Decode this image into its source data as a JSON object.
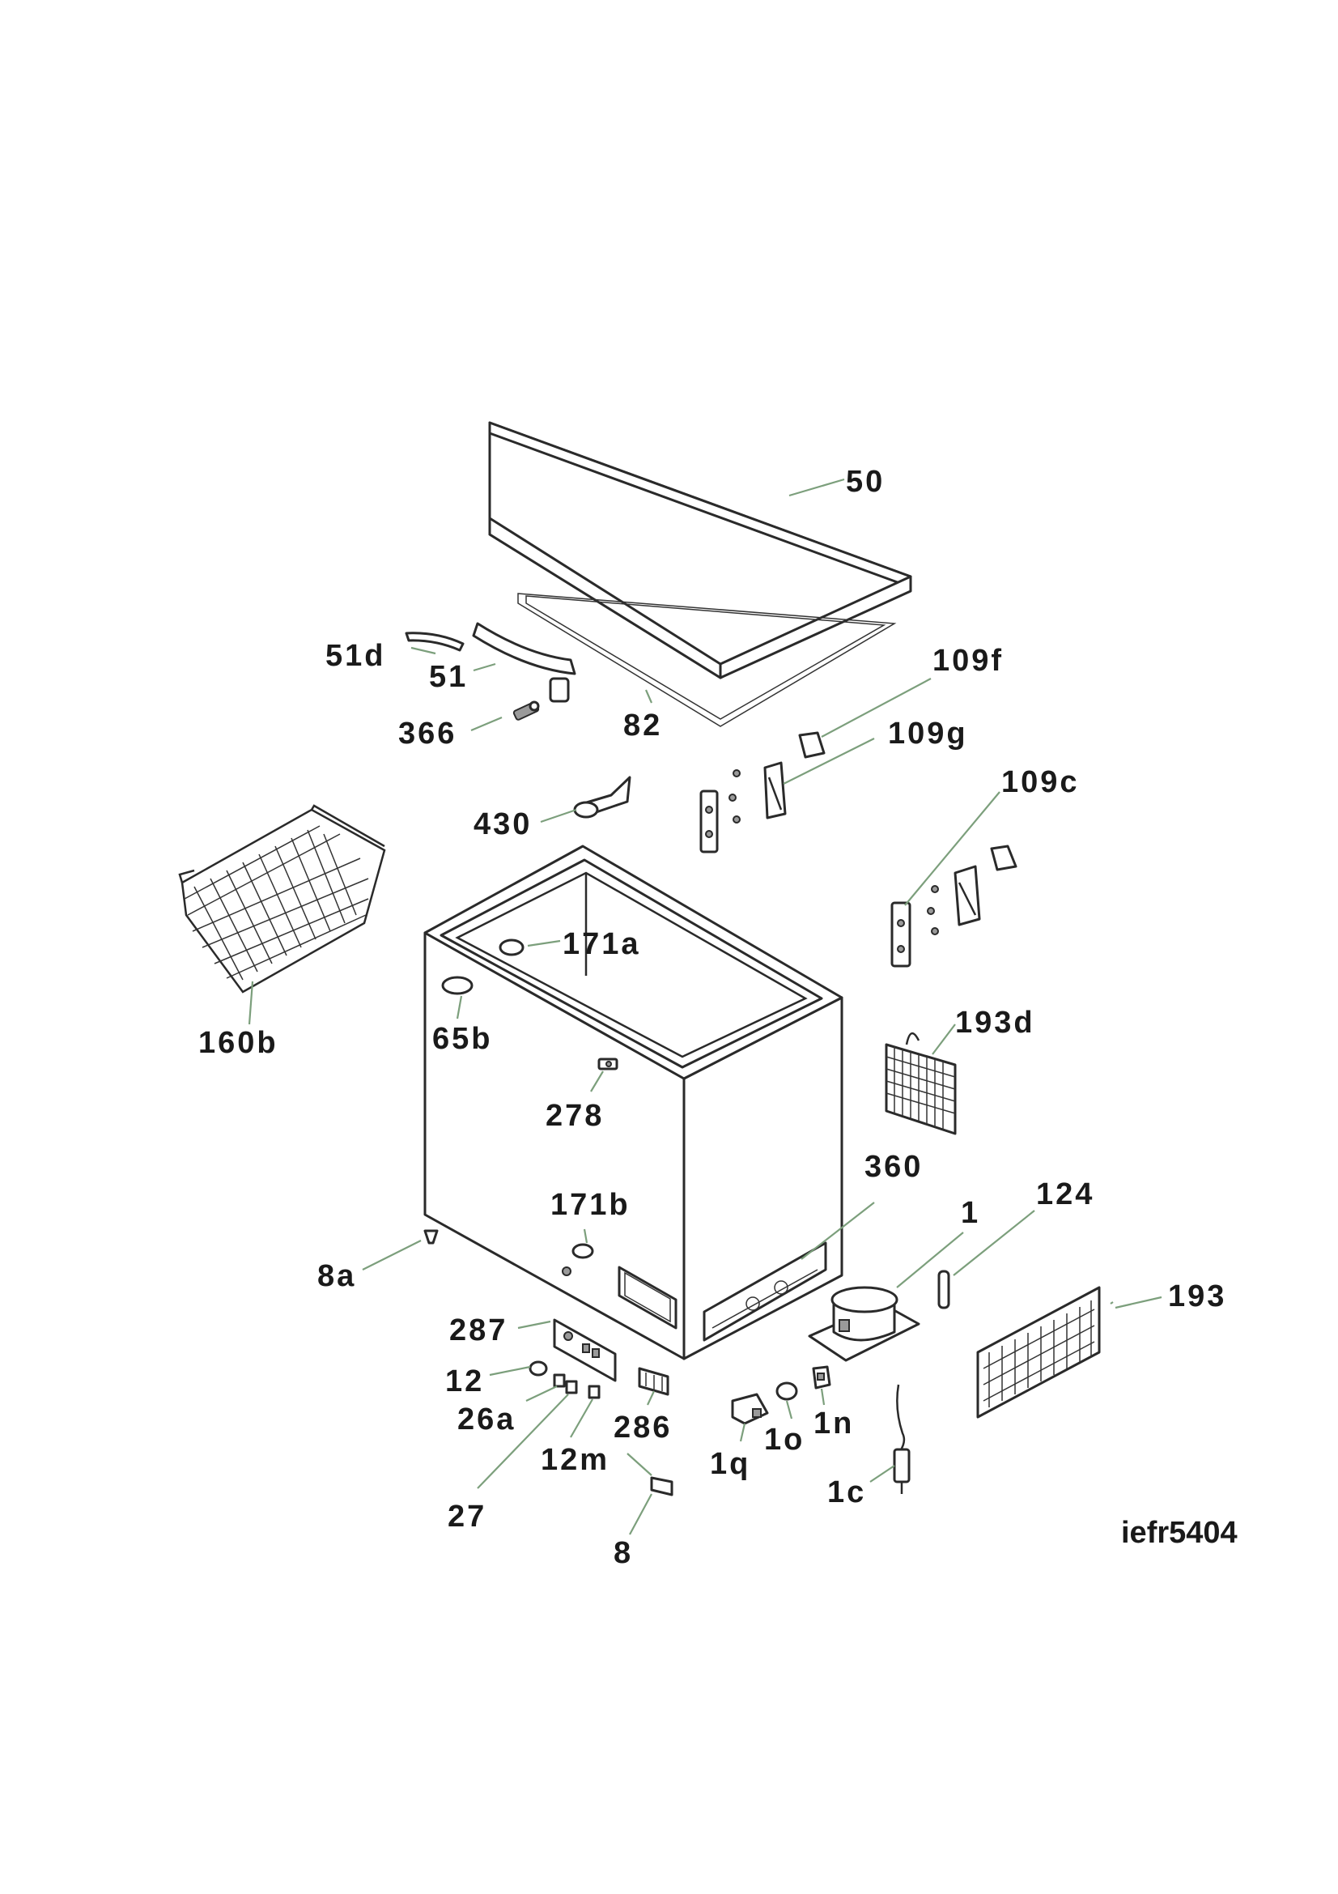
{
  "labels": {
    "p50": "50",
    "p51d": "51d",
    "p51": "51",
    "p109f": "109f",
    "p82": "82",
    "p366": "366",
    "p109g": "109g",
    "p109c": "109c",
    "p430": "430",
    "p171a": "171a",
    "p160b": "160b",
    "p65b": "65b",
    "p193d": "193d",
    "p278": "278",
    "p360": "360",
    "p124": "124",
    "p171b": "171b",
    "p1": "1",
    "p8a": "8a",
    "p193": "193",
    "p287": "287",
    "p12": "12",
    "p26a": "26a",
    "p286": "286",
    "p1n": "1n",
    "p1o": "1o",
    "p12m": "12m",
    "p1q": "1q",
    "p1c": "1c",
    "p27": "27",
    "p8": "8"
  },
  "reference": "iefr5404"
}
